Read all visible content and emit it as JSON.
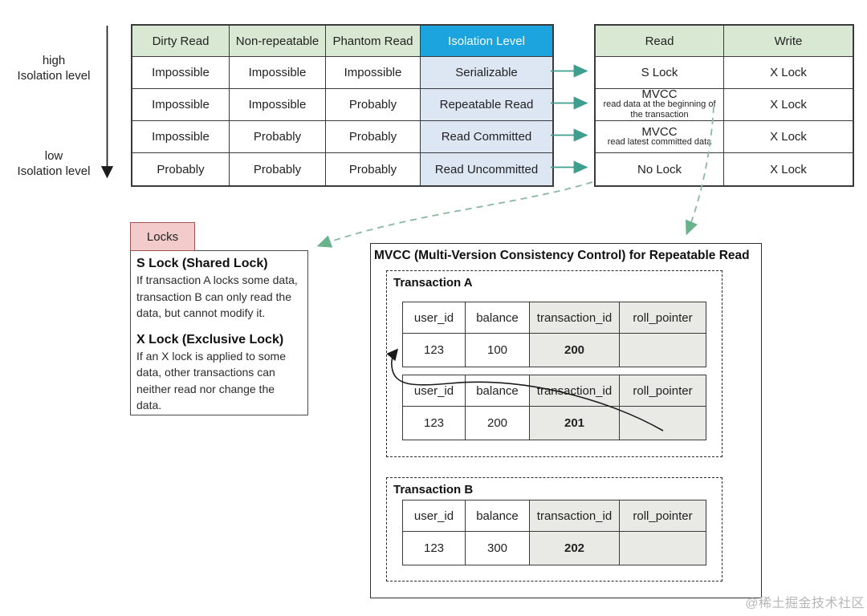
{
  "left_axis": {
    "high_line1": "high",
    "high_line2": "Isolation level",
    "low_line1": "low",
    "low_line2": "Isolation level"
  },
  "isolation_table": {
    "headers": [
      "Dirty Read",
      "Non-repeatable",
      "Phantom Read",
      "Isolation Level"
    ],
    "rows": [
      [
        "Impossible",
        "Impossible",
        "Impossible",
        "Serializable"
      ],
      [
        "Impossible",
        "Impossible",
        "Probably",
        "Repeatable Read"
      ],
      [
        "Impossible",
        "Probably",
        "Probably",
        "Read Committed"
      ],
      [
        "Probably",
        "Probably",
        "Probably",
        "Read Uncommitted"
      ]
    ]
  },
  "lock_table": {
    "headers": [
      "Read",
      "Write"
    ],
    "rows": [
      {
        "read_main": "S Lock",
        "read_desc": "",
        "write": "X Lock"
      },
      {
        "read_main": "MVCC",
        "read_desc": "read data at the beginning of the transaction",
        "write": "X Lock"
      },
      {
        "read_main": "MVCC",
        "read_desc": "read latest committed data",
        "write": "X Lock"
      },
      {
        "read_main": "No Lock",
        "read_desc": "",
        "write": "X Lock"
      }
    ]
  },
  "locks_panel": {
    "tab": "Locks",
    "s_lock_title": "S Lock (Shared Lock)",
    "s_lock_body": "If transaction A locks some data, transaction B can only read the data, but cannot modify it.",
    "x_lock_title": "X Lock (Exclusive Lock)",
    "x_lock_body": "If an X lock is applied to some data, other transactions can neither read nor change the data."
  },
  "mvcc_panel": {
    "title": "MVCC (Multi-Version Consistency Control) for Repeatable Read",
    "columns": [
      "user_id",
      "balance",
      "transaction_id",
      "roll_pointer"
    ],
    "transaction_a": {
      "label": "Transaction A",
      "versions": [
        {
          "user_id": "123",
          "balance": "100",
          "transaction_id": "200",
          "roll_pointer": ""
        },
        {
          "user_id": "123",
          "balance": "200",
          "transaction_id": "201",
          "roll_pointer": ""
        }
      ]
    },
    "transaction_b": {
      "label": "Transaction B",
      "versions": [
        {
          "user_id": "123",
          "balance": "300",
          "transaction_id": "202",
          "roll_pointer": ""
        }
      ]
    }
  },
  "watermark": "@稀土掘金技术社区",
  "colors": {
    "header_green": "#d9e8d2",
    "header_blue": "#1ba4de",
    "isolation_cell_blue": "#dde6f3",
    "version_cell_gray": "#e9e9e6",
    "locks_tab_pink": "#f4cbcb",
    "locks_tab_border": "#9c5353",
    "solid_arrow_teal": "#3f9e8e",
    "dashed_arrow_green": "#68b28c"
  }
}
